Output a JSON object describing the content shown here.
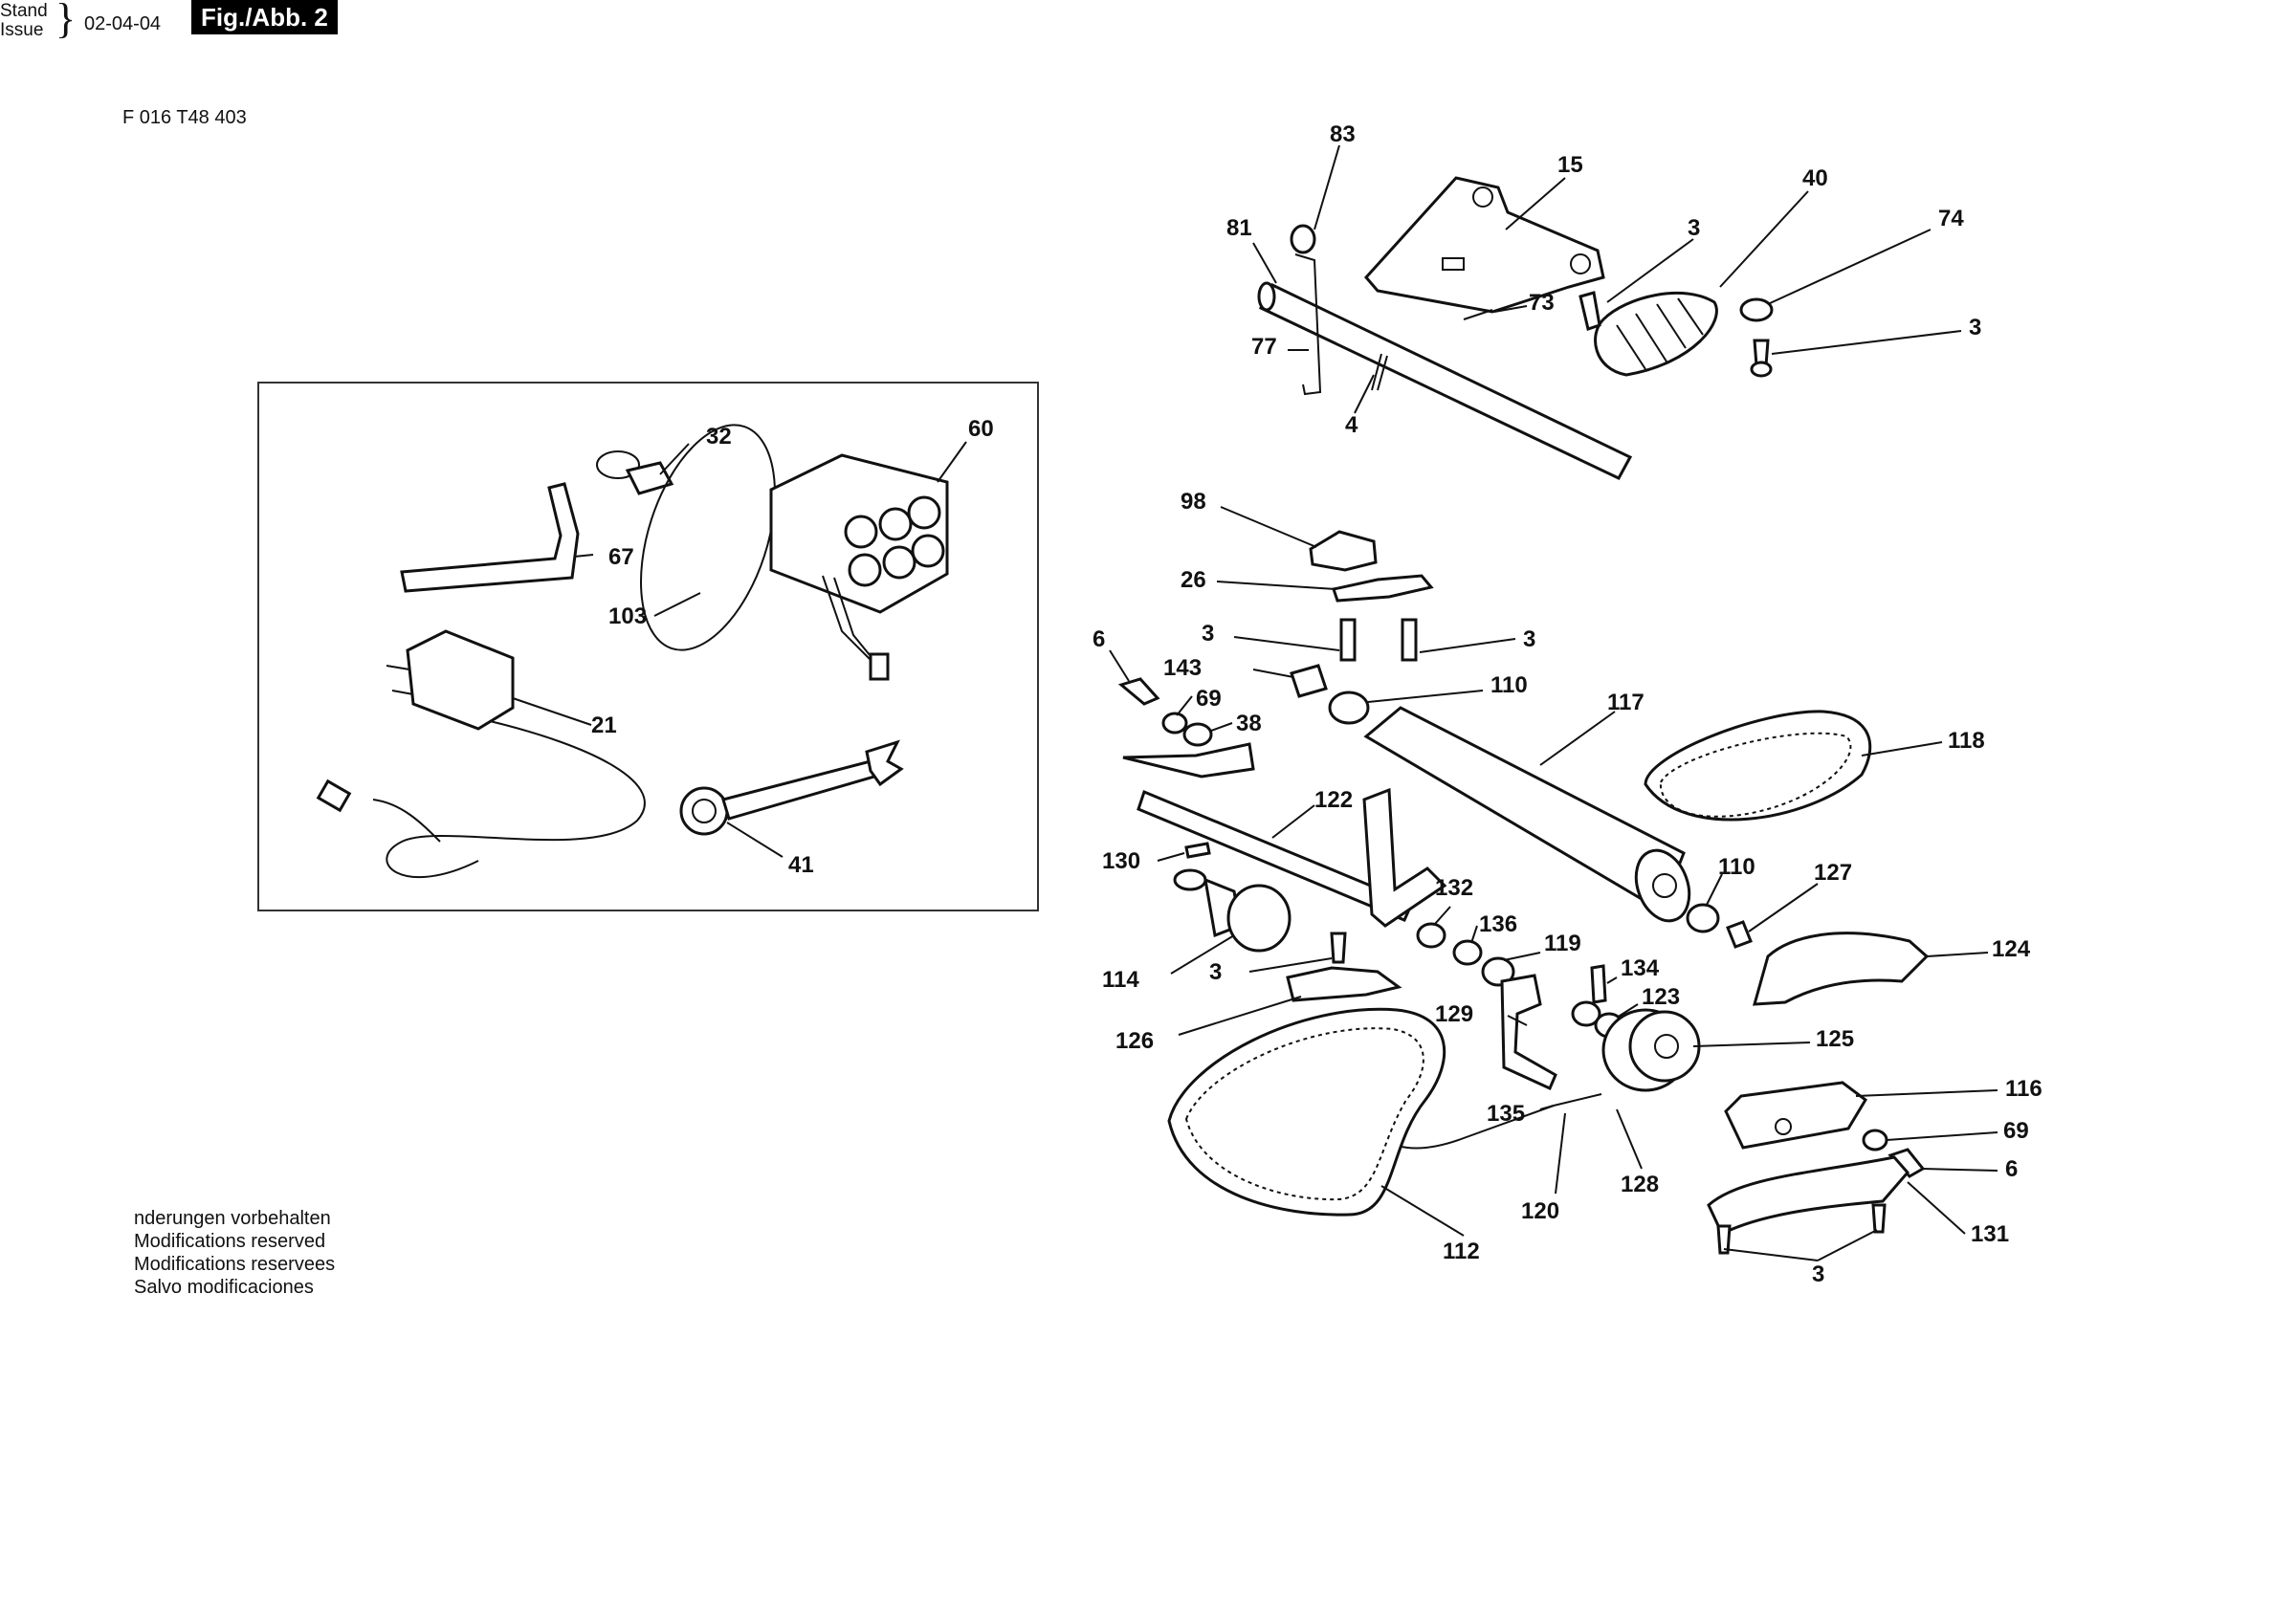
{
  "header": {
    "doc_number": "F 016 T48 403",
    "stand_label": "Stand",
    "issue_label": "Issue",
    "date": "02-04-04",
    "figure_badge": "Fig./Abb. 2"
  },
  "notice": {
    "line1": "nderungen vorbehalten",
    "line2": "Modifications reserved",
    "line3": "Modifications reservees",
    "line4": "Salvo modificaciones"
  },
  "callouts": {
    "c83": "83",
    "c15": "15",
    "c40": "40",
    "c81": "81",
    "c3a": "3",
    "c74": "74",
    "c73": "73",
    "c3b": "3",
    "c77": "77",
    "c4": "4",
    "c32": "32",
    "c60": "60",
    "c67": "67",
    "c103": "103",
    "c21": "21",
    "c41": "41",
    "c98": "98",
    "c26": "26",
    "c3c": "3",
    "c3d": "3",
    "c6a": "6",
    "c143": "143",
    "c110a": "110",
    "c69a": "69",
    "c38": "38",
    "c117": "117",
    "c118": "118",
    "c122": "122",
    "c130": "130",
    "c110b": "110",
    "c127": "127",
    "c132": "132",
    "c136": "136",
    "c119": "119",
    "c124": "124",
    "c134": "134",
    "c114": "114",
    "c3e": "3",
    "c123": "123",
    "c129": "129",
    "c126": "126",
    "c125": "125",
    "c116": "116",
    "c135": "135",
    "c69b": "69",
    "c6b": "6",
    "c128": "128",
    "c120": "120",
    "c131": "131",
    "c112": "112",
    "c3f": "3"
  }
}
